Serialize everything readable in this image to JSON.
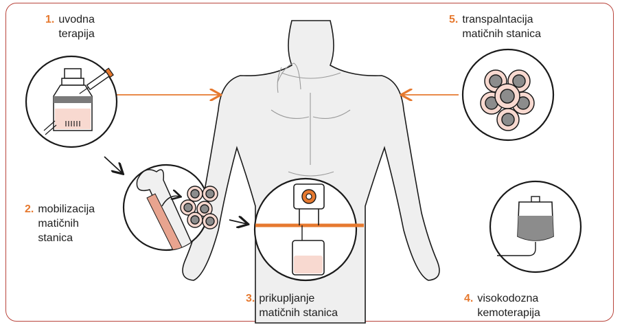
{
  "colors": {
    "accent": "#e6792f",
    "frame": "#b8433a",
    "body_fill": "#efefef",
    "outline": "#1a1a1a",
    "cell_fill": "#f8d9d0",
    "nucleus": "#8c8c8c"
  },
  "steps": [
    {
      "number": "1.",
      "label": "uvodna\nterapija"
    },
    {
      "number": "2.",
      "label": "mobilizacija\nmatičnih\nstanica"
    },
    {
      "number": "3.",
      "label": "prikupljanje\nmatičnih stanica"
    },
    {
      "number": "4.",
      "label": "visokodozna\nkemoterapija"
    },
    {
      "number": "5.",
      "label": "transpalntacija\nmatičnih stanica"
    }
  ],
  "icons": [
    "vial-syringe-icon",
    "bone-stem-cells-icon",
    "apheresis-machine-icon",
    "chemo-iv-bag-icon",
    "stem-cells-icon",
    "human-torso-icon"
  ]
}
